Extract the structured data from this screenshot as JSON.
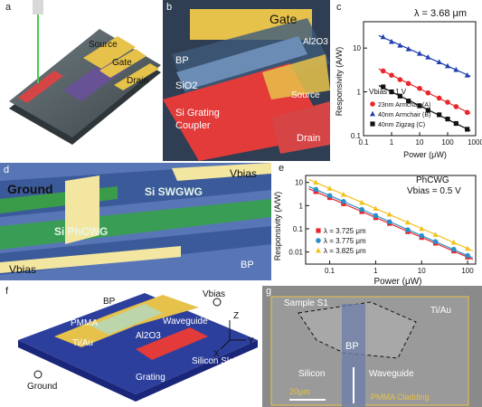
{
  "panel_labels": {
    "a": "a",
    "b": "b",
    "c": "c",
    "d": "d",
    "e": "e",
    "f": "f",
    "g": "g"
  },
  "panel_a": {
    "source": "Source",
    "gate": "Gate",
    "drain": "Drain"
  },
  "panel_b": {
    "gate": "Gate",
    "al2o3": "Al2O3",
    "bp": "BP",
    "sio2": "SiO2",
    "source": "Source",
    "grating": "Si Grating",
    "coupler": "Coupler",
    "drain": "Drain"
  },
  "panel_d": {
    "ground": "Ground",
    "vbias_top": "Vbias",
    "vbias_bottom": "Vbias",
    "swgwg": "Si SWGWG",
    "phcwg": "Si PhCWG",
    "bp": "BP"
  },
  "panel_f": {
    "bp": "BP",
    "vbias": "Vbias",
    "pmma": "PMMA",
    "tiau": "Ti/Au",
    "al2o3": "Al2O3",
    "waveguide": "Waveguide",
    "ground": "Ground",
    "grating": "Grating",
    "slab": "Silicon Slab",
    "z": "Z",
    "x": "X",
    "y": "Y"
  },
  "panel_g": {
    "sample": "Sample S1",
    "tiau": "Ti/Au",
    "bp": "BP",
    "silicon": "Silicon",
    "waveguide": "Waveguide",
    "scale": "20μm",
    "cladding": "PMMA Cladding"
  },
  "colors": {
    "red": "#e8262b",
    "blue": "#1f3fae",
    "black": "#111111",
    "yellow": "#f2c21a",
    "teal": "#2a8fc8"
  },
  "chart_data": [
    {
      "type": "scatter",
      "panel": "c",
      "title": "λ = 3.68 μm",
      "xlabel": "Power (μW)",
      "ylabel": "Responsivity (A/W)",
      "xscale": "log",
      "yscale": "log",
      "xlim": [
        0.1,
        1000
      ],
      "ylim": [
        0.1,
        40
      ],
      "xticks": [
        "0.1",
        "1",
        "10",
        "100",
        "1000"
      ],
      "yticks": [
        "0.1",
        "1",
        "10"
      ],
      "annotation": "Vbias = 1 V",
      "legend_position": "bottom-left",
      "series": [
        {
          "name": "23nm Armchair (A)",
          "color": "#e8262b",
          "marker": "circle",
          "x": [
            0.5,
            1,
            2,
            4,
            10,
            20,
            50,
            100,
            200,
            500
          ],
          "y": [
            3.0,
            2.4,
            1.9,
            1.55,
            1.2,
            0.95,
            0.72,
            0.58,
            0.46,
            0.34
          ]
        },
        {
          "name": "40nm Armchair (B)",
          "color": "#1f3fae",
          "marker": "triangle",
          "x": [
            0.5,
            1,
            2,
            4,
            10,
            20,
            50,
            100,
            200,
            500
          ],
          "y": [
            18,
            14,
            11.5,
            9.5,
            7.5,
            6.2,
            4.8,
            3.9,
            3.2,
            2.4
          ]
        },
        {
          "name": "40nm Zigzag (C)",
          "color": "#111111",
          "marker": "square",
          "x": [
            0.5,
            1,
            2,
            4,
            10,
            20,
            50,
            100,
            200,
            500
          ],
          "y": [
            1.3,
            1.0,
            0.8,
            0.62,
            0.48,
            0.38,
            0.3,
            0.24,
            0.19,
            0.14
          ]
        }
      ]
    },
    {
      "type": "scatter",
      "panel": "e",
      "title": "PhCWG",
      "annotation": "Vbias = 0.5 V",
      "xlabel": "Power (μW)",
      "ylabel": "Responsivity (A/W)",
      "xscale": "log",
      "yscale": "log",
      "xlim": [
        0.03,
        150
      ],
      "ylim": [
        0.003,
        20
      ],
      "xticks": [
        "0.1",
        "1",
        "10",
        "100"
      ],
      "yticks": [
        "0.01",
        "0.1",
        "1",
        "10"
      ],
      "legend_position": "bottom-left",
      "series": [
        {
          "name": "λ = 3.725 μm",
          "color": "#e8262b",
          "marker": "square",
          "x": [
            0.05,
            0.1,
            0.2,
            0.5,
            1,
            2,
            5,
            10,
            20,
            50,
            100
          ],
          "y": [
            4,
            2.2,
            1.2,
            0.55,
            0.3,
            0.17,
            0.075,
            0.042,
            0.024,
            0.011,
            0.006
          ]
        },
        {
          "name": "λ = 3.775 μm",
          "color": "#2a8fc8",
          "marker": "circle",
          "x": [
            0.05,
            0.1,
            0.2,
            0.5,
            1,
            2,
            5,
            10,
            20,
            50,
            100
          ],
          "y": [
            5,
            2.7,
            1.5,
            0.68,
            0.37,
            0.2,
            0.09,
            0.05,
            0.028,
            0.013,
            0.007
          ]
        },
        {
          "name": "λ = 3.825 μm",
          "color": "#f2c21a",
          "marker": "triangle",
          "x": [
            0.05,
            0.1,
            0.2,
            0.5,
            1,
            2,
            5,
            10,
            20,
            50,
            100
          ],
          "y": [
            10,
            5.5,
            3.0,
            1.35,
            0.75,
            0.42,
            0.19,
            0.1,
            0.056,
            0.026,
            0.014
          ]
        }
      ]
    }
  ]
}
